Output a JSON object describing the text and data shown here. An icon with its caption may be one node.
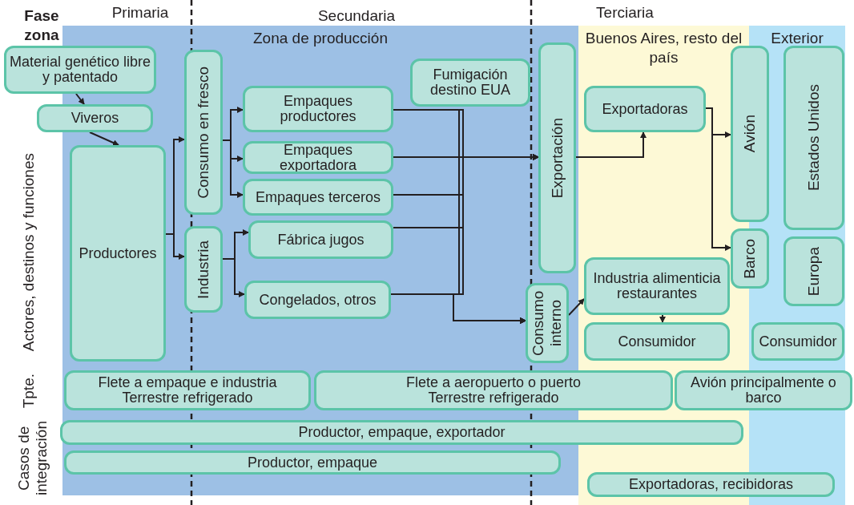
{
  "diagram": {
    "nodes": [
      {
        "text": [
          "Zona de producción"
        ]
      },
      {
        "text": [
          "Buenos Aires, resto del país"
        ]
      },
      {
        "text": [
          "Exterior"
        ]
      },
      {
        "text": [
          "Material genético libre y patentado"
        ]
      },
      {
        "text": [
          "Viveros"
        ]
      },
      {
        "text": [
          "Productores"
        ],
        "in": 0
      },
      {
        "text": [
          "Consumo en fresco"
        ],
        "in": 0
      },
      {
        "text": [
          "Industria"
        ],
        "in": 0
      },
      {
        "text": [
          "Empaques productores"
        ],
        "in": 0
      },
      {
        "text": [
          "Empaques exportadora"
        ],
        "in": 0
      },
      {
        "text": [
          "Empaques terceros"
        ],
        "in": 0
      },
      {
        "text": [
          "Fábrica jugos"
        ],
        "in": 0
      },
      {
        "text": [
          "Congelados, otros"
        ],
        "in": 0
      },
      {
        "text": [
          "Fumigación destino EUA"
        ],
        "in": 0
      },
      {
        "text": [
          "Exportación"
        ],
        "in": 0
      },
      {
        "text": [
          "Consumo interno"
        ],
        "in": 0
      },
      {
        "text": [
          "Exportadoras"
        ],
        "in": 1
      },
      {
        "text": [
          "Industria alimenticia restaurantes"
        ],
        "in": 1
      },
      {
        "text": [
          "Consumidor"
        ],
        "in": 1
      },
      {
        "text": [
          "Avión"
        ]
      },
      {
        "text": [
          "Barco"
        ]
      },
      {
        "text": [
          "Estados Unidos"
        ],
        "in": 2
      },
      {
        "text": [
          "Europa"
        ],
        "in": 2
      },
      {
        "text": [
          "Consumidor"
        ],
        "in": 2
      },
      {
        "text": [
          "Flete a empaque e industria",
          "Terrestre refrigerado"
        ],
        "in": 0
      },
      {
        "text": [
          "Flete a aeropuerto o puerto",
          "Terrestre refrigerado"
        ]
      },
      {
        "text": [
          "Avión principalmente o barco"
        ]
      },
      {
        "text": [
          "Productor, empaque, exportador"
        ]
      },
      {
        "text": [
          "Productor, empaque"
        ],
        "in": 0
      },
      {
        "text": [
          "Exportadoras, recibidoras"
        ]
      }
    ],
    "edges": [
      {
        "from": 3,
        "to": 4,
        "arrow": "to"
      },
      {
        "from": 4,
        "to": 5,
        "arrow": "to"
      },
      {
        "from": 5,
        "to": 6,
        "arrow": "to"
      },
      {
        "from": 5,
        "to": 7,
        "arrow": "to"
      },
      {
        "from": 6,
        "to": 8,
        "arrow": "to"
      },
      {
        "from": 6,
        "to": 9,
        "arrow": "to"
      },
      {
        "from": 6,
        "to": 10,
        "arrow": "to"
      },
      {
        "from": 7,
        "to": 11,
        "arrow": "to"
      },
      {
        "from": 7,
        "to": 12,
        "arrow": "to"
      },
      {
        "from": 8,
        "to": 14,
        "arrow": "to"
      },
      {
        "from": 9,
        "to": 14,
        "arrow": "to"
      },
      {
        "from": 10,
        "to": 14,
        "arrow": "to"
      },
      {
        "from": 11,
        "to": 14,
        "arrow": "to"
      },
      {
        "from": 12,
        "to": 14,
        "arrow": "to"
      },
      {
        "from": 8,
        "to": 15,
        "arrow": "to"
      },
      {
        "from": 9,
        "to": 15,
        "arrow": "to"
      },
      {
        "from": 10,
        "to": 15,
        "arrow": "to"
      },
      {
        "from": 11,
        "to": 15,
        "arrow": "to"
      },
      {
        "from": 12,
        "to": 15,
        "arrow": "to"
      },
      {
        "from": 14,
        "to": 16,
        "arrow": "to"
      },
      {
        "from": 16,
        "to": 19,
        "arrow": "to"
      },
      {
        "from": 16,
        "to": 20,
        "arrow": "to"
      },
      {
        "from": 15,
        "to": 17,
        "arrow": "to"
      },
      {
        "from": 17,
        "to": 18,
        "arrow": "to"
      }
    ],
    "labels": [
      "Fase zona",
      "Primaria",
      "Secundaria",
      "Terciaria",
      "Actores, destinos y funciones",
      "Tpte.",
      "Casos de integración"
    ]
  }
}
